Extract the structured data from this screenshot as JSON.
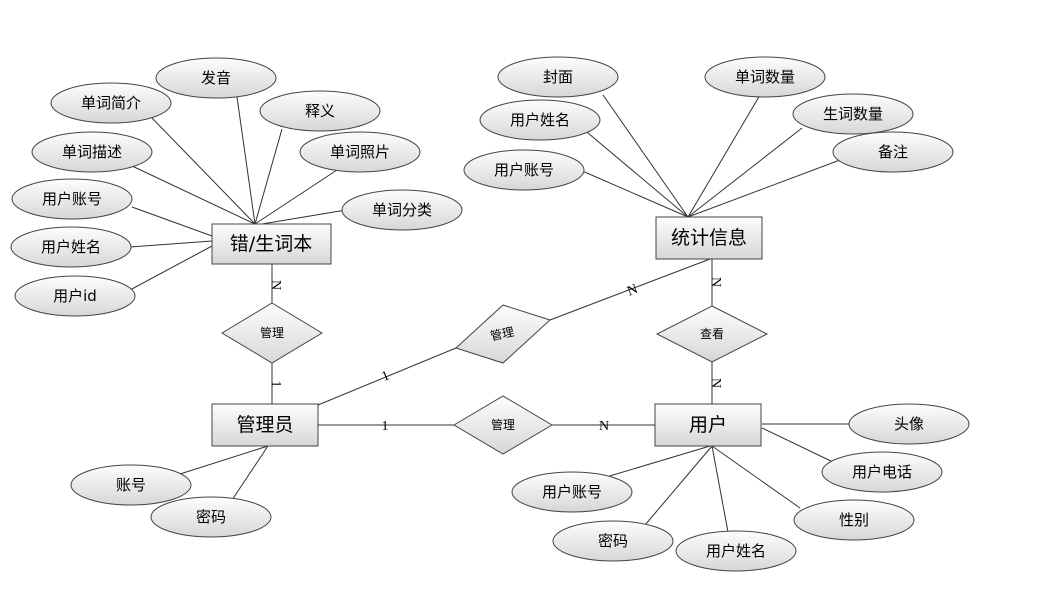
{
  "colors": {
    "line": "#333333",
    "fill_top": "#fdfdfd",
    "fill_bottom": "#d7d7d7",
    "stroke": "#444444",
    "background": "#ffffff"
  },
  "entities": {
    "wordbook": "错/生词本",
    "stats": "统计信息",
    "admin": "管理员",
    "user": "用户"
  },
  "relationships": {
    "manage_wordbook": "管理",
    "manage_stats": "管理",
    "manage_user": "管理",
    "view": "查看"
  },
  "cardinalities": {
    "wordbook_n": "N",
    "admin_top_1": "1",
    "admin_diag_1": "1",
    "stats_n1": "N",
    "stats_n2": "N",
    "admin_right_1": "1",
    "user_left_n": "N",
    "user_top_n": "N"
  },
  "attributes": {
    "fayin": "发音",
    "danci_jianjie": "单词简介",
    "shiyi": "释义",
    "danci_miaoshu": "单词描述",
    "danci_zhaopian": "单词照片",
    "wb_yonghu_zhanghao": "用户账号",
    "danci_fenlei": "单词分类",
    "wb_yonghu_xingming": "用户姓名",
    "yonghu_id": "用户id",
    "fengmian": "封面",
    "danci_shuliang": "单词数量",
    "st_yonghu_xingming": "用户姓名",
    "shengci_shuliang": "生词数量",
    "st_yonghu_zhanghao": "用户账号",
    "beizhu": "备注",
    "zhanghao": "账号",
    "ad_mima": "密码",
    "touxiang": "头像",
    "yonghu_dianhua": "用户电话",
    "u_yonghu_zhanghao": "用户账号",
    "xingbie": "性别",
    "u_mima": "密码",
    "u_yonghu_xingming": "用户姓名"
  }
}
